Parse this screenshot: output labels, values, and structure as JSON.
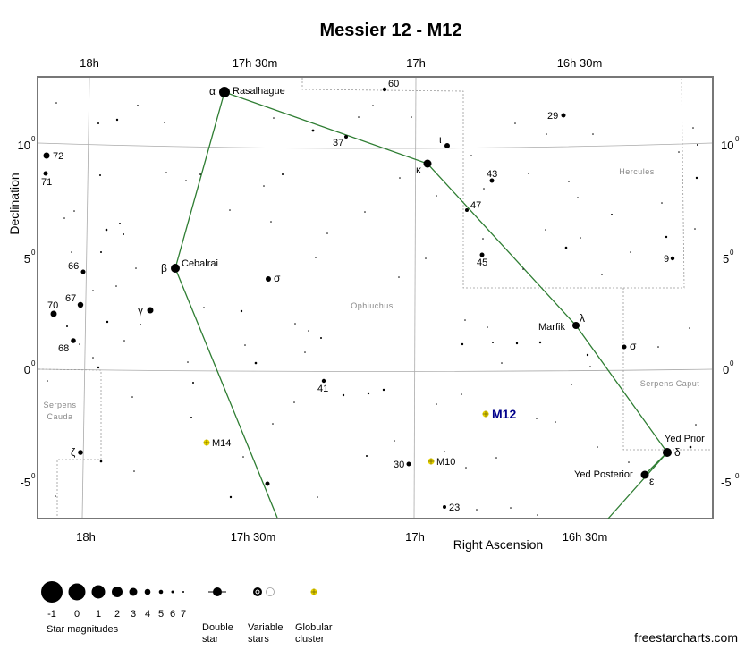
{
  "title": "Messier 12 - M12",
  "chart": {
    "ra_top_labels": [
      "18h",
      "17h 30m",
      "17h",
      "16h 30m"
    ],
    "ra_bottom_labels": [
      "18h",
      "17h 30m",
      "17h",
      "16h 30m"
    ],
    "dec_labels": [
      "10",
      "5",
      "0",
      "-5"
    ],
    "dec_sup": "0",
    "xlabel": "Right Ascension",
    "ylabel": "Declination",
    "constellations": {
      "hercules": "Hercules",
      "ophiuchus": "Ophiuchus",
      "serpens_caput": "Serpens Caput",
      "serpens_cauda_1": "Serpens",
      "serpens_cauda_2": "Cauda"
    },
    "target": {
      "name": "M12"
    },
    "objects": {
      "m14": "M14",
      "m10": "M10"
    },
    "named_stars": {
      "rasalhague": "Rasalhague",
      "cebalrai": "Cebalrai",
      "marfik": "Marfik",
      "yed_prior": "Yed Prior",
      "yed_posterior": "Yed Posterior"
    },
    "greek": {
      "alpha": "α",
      "beta": "β",
      "gamma": "γ",
      "kappa": "κ",
      "iota": "ι",
      "lambda": "λ",
      "sigma_oph": "σ",
      "sigma_ser": "σ",
      "delta": "δ",
      "epsilon": "ε",
      "zeta": "ζ"
    },
    "numbers": {
      "n60": "60",
      "n37": "37",
      "n29": "29",
      "n43": "43",
      "n47": "47",
      "n45": "45",
      "n9": "9",
      "n72": "72",
      "n71": "71",
      "n66": "66",
      "n67": "67",
      "n70": "70",
      "n68": "68",
      "n41": "41",
      "n30": "30",
      "n23": "23"
    }
  },
  "legend": {
    "magnitudes": [
      "-1",
      "0",
      "1",
      "2",
      "3",
      "4",
      "5",
      "6",
      "7"
    ],
    "magnitudes_caption": "Star magnitudes",
    "double_1": "Double",
    "double_2": "star",
    "variable_1": "Variable",
    "variable_2": "stars",
    "globular_1": "Globular",
    "globular_2": "cluster"
  },
  "footer": "freestarcharts.com",
  "colors": {
    "frame": "#777777",
    "grid": "#aaaaaa",
    "boundary": "#999999",
    "constellation_line": "#2e7d32",
    "target": "#00008b",
    "cluster": "#e6d200"
  }
}
